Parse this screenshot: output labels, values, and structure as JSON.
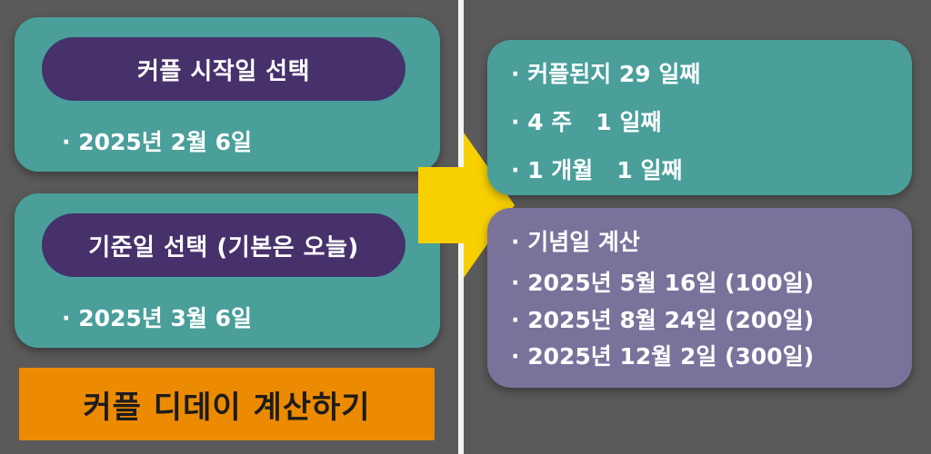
{
  "start_card": {
    "button_label": "커플 시작일 선택",
    "date": "· 2025년 2월 6일"
  },
  "ref_card": {
    "button_label": "기준일 선택 (기본은 오늘)",
    "date": "· 2025년 3월 6일"
  },
  "calc_button": {
    "label": "커플 디데이 계산하기"
  },
  "result_card": {
    "days": "· 커플된지 29 일째",
    "weeks": "· 4 주   1 일째",
    "months": "· 1 개월   1 일째"
  },
  "anniv_card": {
    "title": "· 기념일 계산",
    "items": [
      "· 2025년 5월 16일 (100일)",
      "· 2025년 8월 24일 (200일)",
      "· 2025년 12월 2일 (300일)"
    ]
  },
  "colors": {
    "background": "#5a5a5a",
    "card_teal": "#4a9f9b",
    "card_purple": "#7a729b",
    "pill_purple": "#46316b",
    "button_orange": "#ec8a02",
    "arrow_yellow": "#f8d000"
  }
}
